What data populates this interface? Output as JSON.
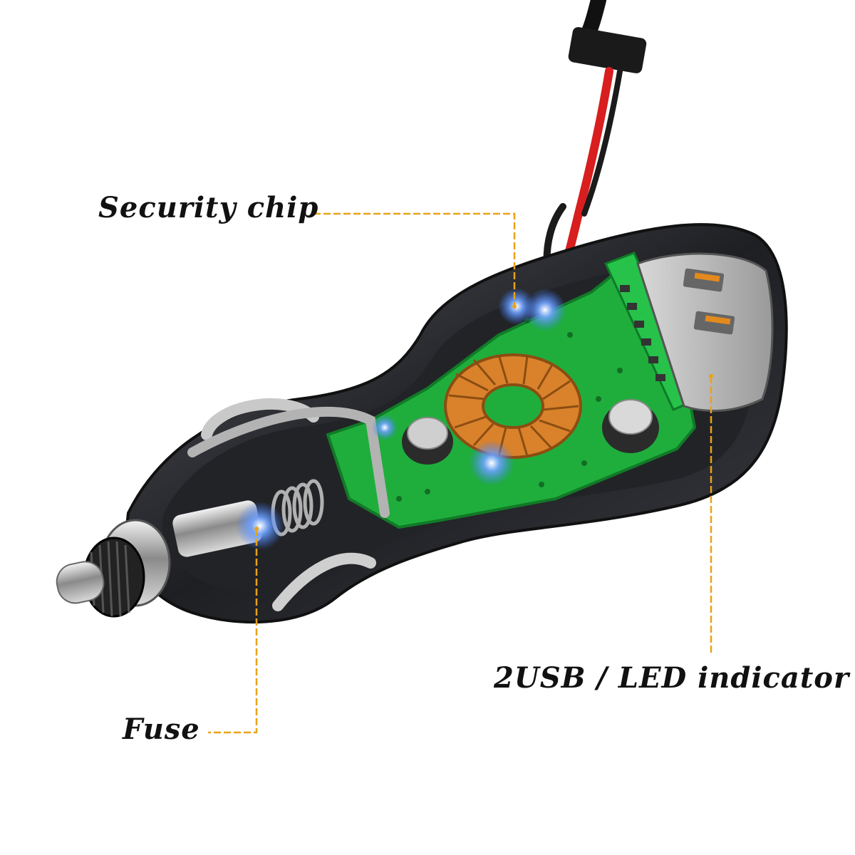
{
  "labels": {
    "security_chip": "Security chip",
    "usb_led": "2USB / LED indicator",
    "fuse": "Fuse"
  },
  "colors": {
    "leader_line": "#e8a317",
    "pcb_green": "#1fae3c",
    "shell": "#2a2b30",
    "coil_copper": "#d9822b",
    "wire_red": "#d81e1e",
    "glow_blue": "#3d7bff"
  },
  "icons": {
    "product": "car-charger-cutaway-photo"
  }
}
